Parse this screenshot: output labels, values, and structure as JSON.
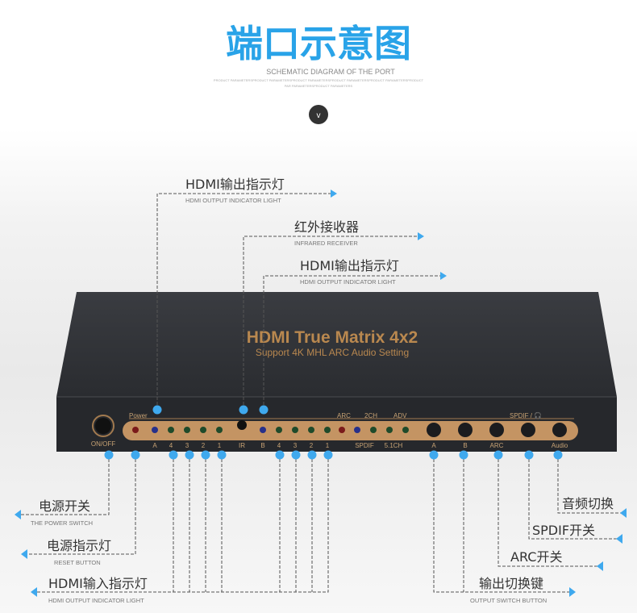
{
  "header": {
    "title": "端口示意图",
    "subtitle": "SCHEMATIC DIAGRAM OF THE PORT",
    "fine_print_1": "PRODUCT PARAMETERSPRODUCT PARAMETERSPRODUCT PARAMETERSPRODUCT PARAMETERSPRODUCT PARAMETERSPRODUCT",
    "fine_print_2": "PAR PARAMETERSPRODUCT PARAMETERS",
    "chevron": "v"
  },
  "device": {
    "brand_line": "HDMI True Matrix 4x2",
    "tagline": "Support 4K MHL ARC Audio Setting",
    "power_switch_label": "ON/OFF",
    "panel_top_labels": [
      "Power",
      "ARC",
      "2CH",
      "ADV",
      "SPDIF / 🎧"
    ],
    "panel_bottom_labels": [
      "A",
      "4",
      "3",
      "2",
      "1",
      "IR",
      "B",
      "4",
      "3",
      "2",
      "1",
      "SPDIF",
      "5.1CH",
      "A",
      "B",
      "ARC",
      "Audio"
    ]
  },
  "callouts": {
    "hdmi_out_a": {
      "title": "HDMI输出指示灯",
      "subtitle": "HDMI OUTPUT INDICATOR LIGHT"
    },
    "ir": {
      "title": "红外接收器",
      "subtitle": "INFRARED RECEIVER"
    },
    "hdmi_out_b": {
      "title": "HDMI输出指示灯",
      "subtitle": "HDMI OUTPUT INDICATOR LIGHT"
    },
    "power_switch": {
      "title": "电源开关",
      "subtitle": "THE POWER SWITCH"
    },
    "power_led": {
      "title": "电源指示灯",
      "subtitle": "RESET BUTTON"
    },
    "hdmi_in": {
      "title": "HDMI输入指示灯",
      "subtitle": "HDMI OUTPUT INDICATOR LIGHT"
    },
    "output_switch": {
      "title": "输出切换键",
      "subtitle": "OUTPUT SWITCH BUTTON"
    },
    "arc": {
      "title": "ARC开关"
    },
    "spdif": {
      "title": "SPDIF开关"
    },
    "audio": {
      "title": "音频切换"
    }
  },
  "colors": {
    "accent": "#29a3e8",
    "device": "#2b2d31",
    "panel": "#c49463"
  }
}
